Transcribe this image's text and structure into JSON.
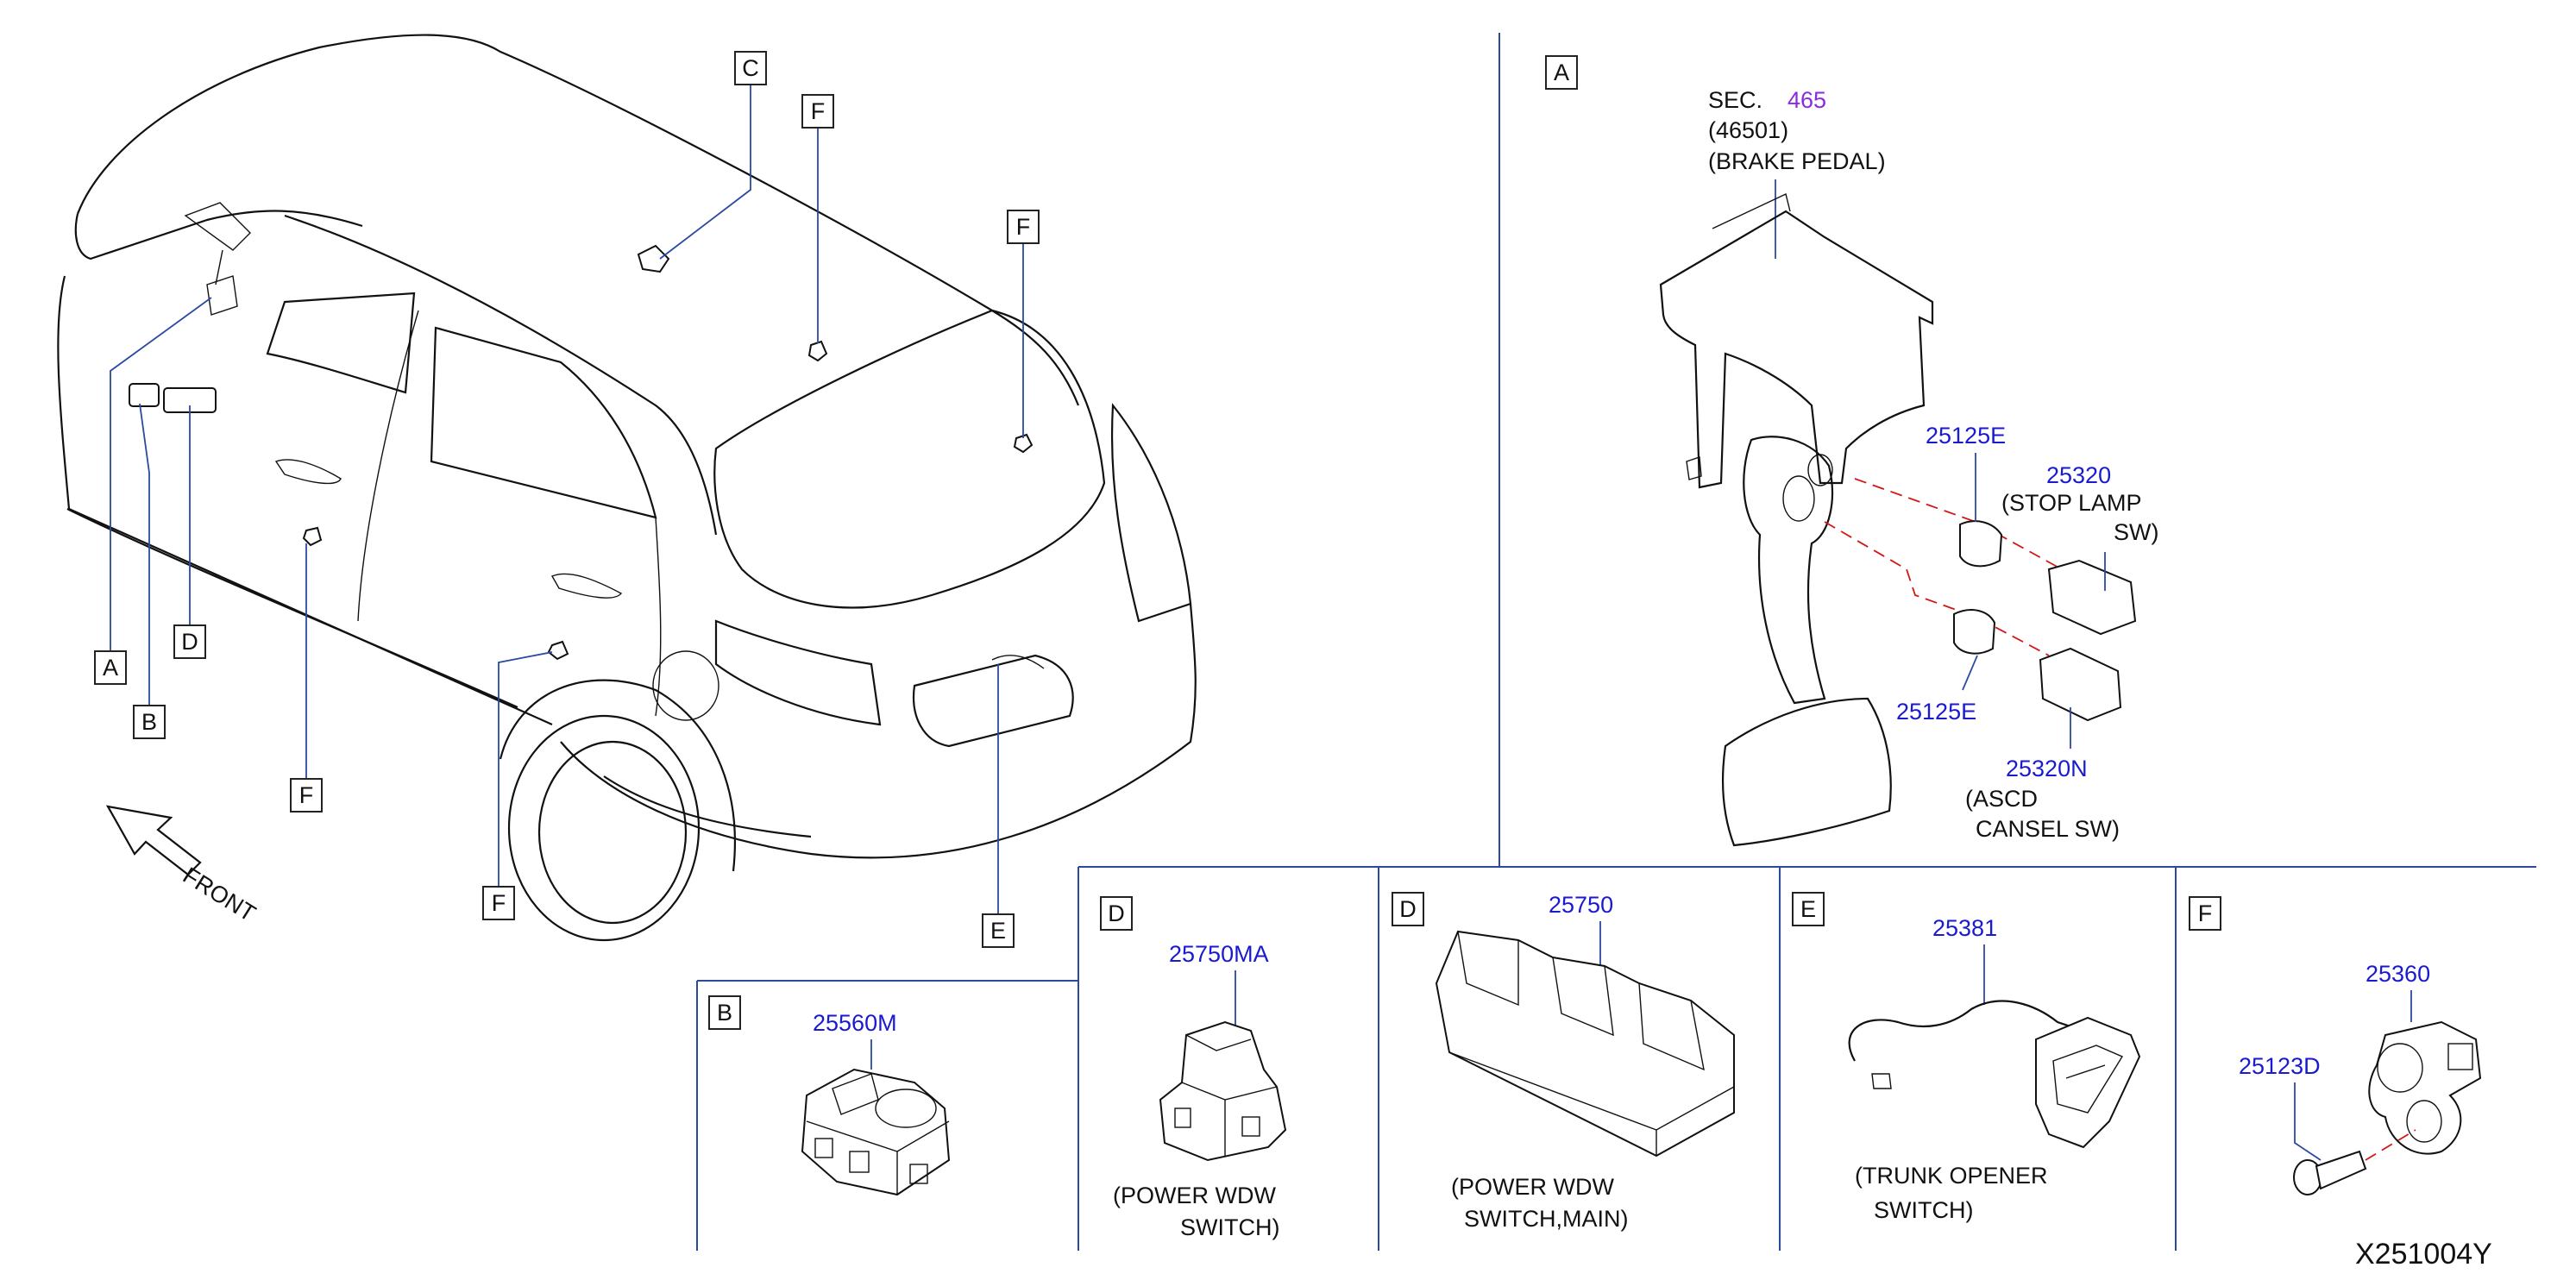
{
  "diagram_code": "X251004Y",
  "front_label": "FRONT",
  "callouts": {
    "A": "A",
    "B": "B",
    "C": "C",
    "D": "D",
    "E": "E",
    "F": "F"
  },
  "section_a": {
    "letter": "A",
    "sec_prefix": "SEC.",
    "sec_number": "465",
    "ref_part": "(46501)",
    "ref_name": "(BRAKE   PEDAL)",
    "part_25125e_top": "25125E",
    "part_25320": "25320",
    "stop_lamp_line1": "(STOP   LAMP",
    "stop_lamp_line2": "SW)",
    "part_25125e_bottom": "25125E",
    "part_25320n": "25320N",
    "ascd_line1": "(ASCD",
    "ascd_line2": "CANSEL   SW)"
  },
  "section_b": {
    "letter": "B",
    "part": "25560M"
  },
  "section_d1": {
    "letter": "D",
    "part": "25750MA",
    "desc_line1": "(POWER   WDW",
    "desc_line2": "SWITCH)"
  },
  "section_d2": {
    "letter": "D",
    "part": "25750",
    "desc_line1": "(POWER   WDW",
    "desc_line2": "SWITCH,MAIN)"
  },
  "section_e": {
    "letter": "E",
    "part": "25381",
    "desc_line1": "(TRUNK   OPENER",
    "desc_line2": "SWITCH)"
  },
  "section_f": {
    "letter": "F",
    "part_a": "25360",
    "part_b": "25123D"
  },
  "colors": {
    "part_number": "#1a1ad0",
    "section_ref": "#8a2be2",
    "leader": "#2a4aa0",
    "dashed": "#d01818"
  }
}
